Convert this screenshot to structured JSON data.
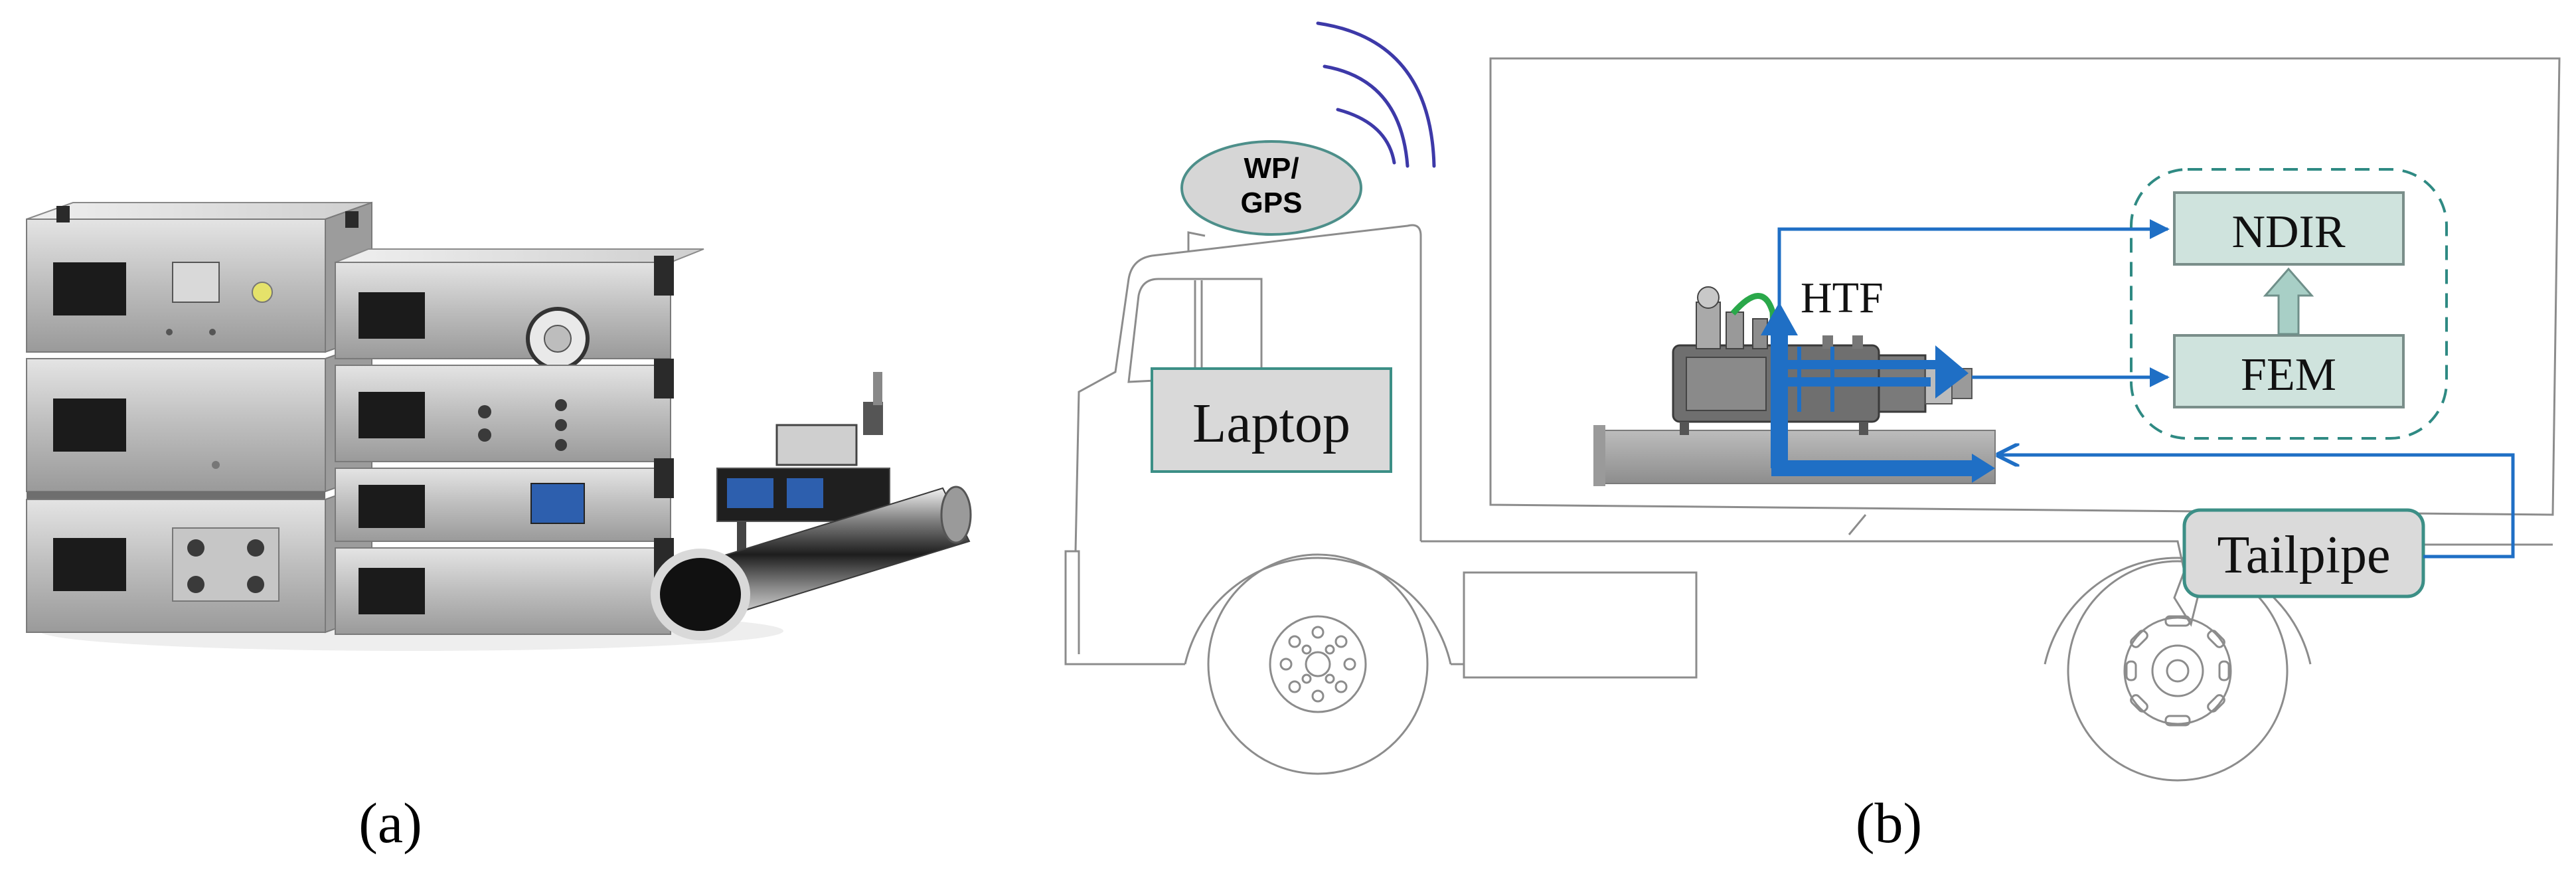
{
  "panel_a": {
    "label": "(a)"
  },
  "panel_b": {
    "label": "(b)",
    "wp_gps": {
      "line1": "WP/",
      "line2": "GPS"
    },
    "laptop": "Laptop",
    "htf": "HTF",
    "ndir": "NDIR",
    "fem": "FEM",
    "tailpipe": "Tailpipe"
  },
  "colors": {
    "box_fill": "#cfe3dd",
    "box_stroke": "#3c8f86",
    "flow_blue": "#1f6fc5",
    "wave": "#3d39a8",
    "dashed_group": "#2f8a83",
    "hose_green": "#2aa84a",
    "grey_box_fill": "#dadada",
    "grey_box_stroke": "#a8a8a8"
  }
}
